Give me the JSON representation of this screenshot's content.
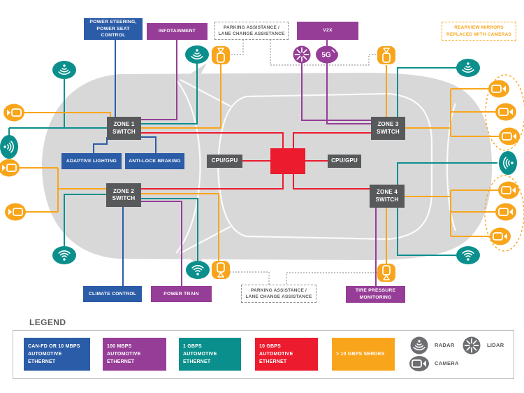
{
  "colors": {
    "blue": "#2B5CA7",
    "purple": "#963D97",
    "teal": "#0B8F8C",
    "red": "#EC1B2E",
    "yellow": "#F9A51B",
    "switch_gray": "#58595B",
    "legend_icon_gray": "#6D6E71",
    "car_gray": "#D8D8D9"
  },
  "boxes": {
    "power_steering": "POWER STEERING, POWER SEAT CONTROL",
    "infotainment": "INFOTAINMENT",
    "parking_assistance_top": "PARKING ASSISTANCE / LANE CHANGE ASSISTANCE",
    "v2x": "V2X",
    "rearview_note": "REARVIEW MIRRORS REPLACED WITH CAMERAS",
    "adaptive_lighting": "ADAPTIVE LIGHTING",
    "anti_lock_braking": "ANTI-LOCK BRAKING",
    "cpu_gpu_left": "CPU/GPU",
    "cpu_gpu_right": "CPU/GPU",
    "climate_control": "CLIMATE CONTROL",
    "power_train": "POWER TRAIN",
    "tire_pressure": "TIRE PRESSURE MONITORING",
    "parking_assistance_bottom": "PARKING ASSISTANCE / LANE CHANGE ASSISTANCE"
  },
  "zones": {
    "zone1": {
      "line1": "ZONE 1",
      "line2": "SWITCH"
    },
    "zone2": {
      "line1": "ZONE 2",
      "line2": "SWITCH"
    },
    "zone3": {
      "line1": "ZONE 3",
      "line2": "SWITCH"
    },
    "zone4": {
      "line1": "ZONE 4",
      "line2": "SWITCH"
    }
  },
  "icons": {
    "fiveg_label": "5G"
  },
  "legend": {
    "title": "LEGEND",
    "chips": [
      {
        "label": "CAN-FD OR 10 MBPS AUTOMOTIVE ETHERNET",
        "color": "#2B5CA7"
      },
      {
        "label": "100 MBPS AUTOMOTIVE ETHERNET",
        "color": "#963D97"
      },
      {
        "label": "1 GBPS AUTOMOTIVE ETHERNET",
        "color": "#0B8F8C"
      },
      {
        "label": "10 GBPS AUTOMOTIVE ETHERNET",
        "color": "#EC1B2E"
      },
      {
        "label": "> 10 GBPS SERDES",
        "color": "#F9A51B"
      }
    ],
    "sensors": [
      {
        "label": "RADAR"
      },
      {
        "label": "CAMERA"
      },
      {
        "label": "LIDAR"
      }
    ]
  }
}
